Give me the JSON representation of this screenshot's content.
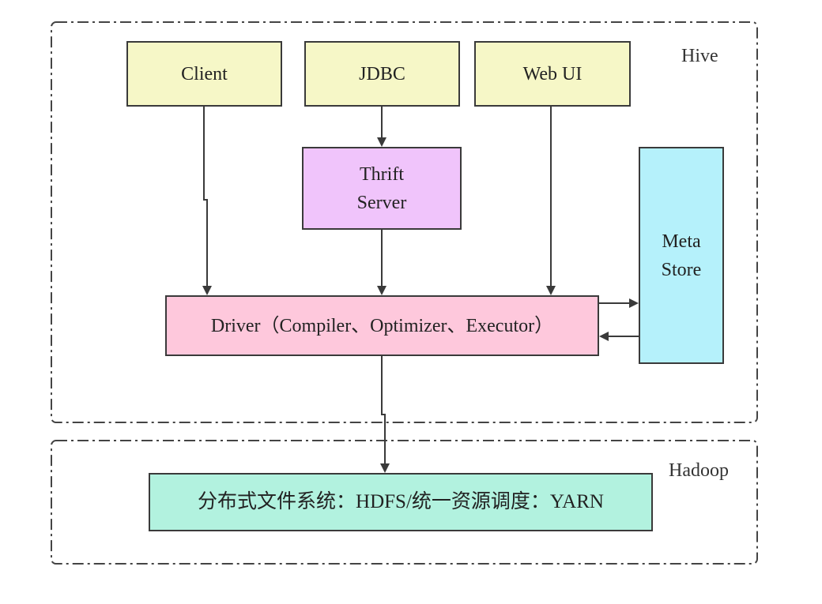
{
  "groups": {
    "hive": {
      "label": "Hive"
    },
    "hadoop": {
      "label": "Hadoop"
    }
  },
  "nodes": {
    "client": {
      "label": "Client",
      "fill": "#f6f7c7"
    },
    "jdbc": {
      "label": "JDBC",
      "fill": "#f6f7c7"
    },
    "webui": {
      "label": "Web UI",
      "fill": "#f6f7c7"
    },
    "thrift": {
      "line1": "Thrift",
      "line2": "Server",
      "fill": "#f0c4fb"
    },
    "metastore": {
      "line1": "Meta",
      "line2": "Store",
      "fill": "#b5f1fb"
    },
    "driver": {
      "label": "Driver（Compiler、Optimizer、Executor）",
      "fill": "#fec8dc"
    },
    "hdfs": {
      "label": "分布式文件系统：HDFS/统一资源调度：YARN",
      "fill": "#b2f2df"
    }
  },
  "colors": {
    "border": "#3a3a3a",
    "arrow": "#3a3a3a",
    "group_border": "#444444"
  }
}
